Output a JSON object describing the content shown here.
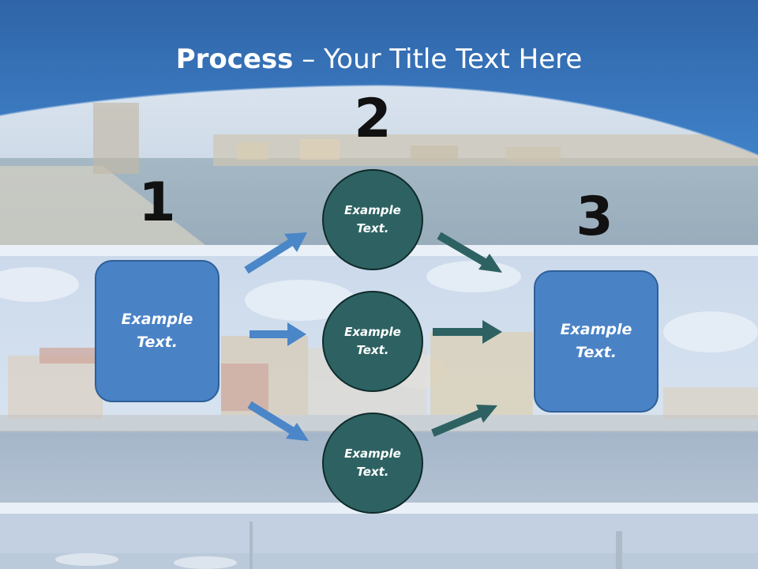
{
  "title": {
    "bold_part": "Process",
    "rest": " – Your Title Text Here"
  },
  "steps": {
    "one": "1",
    "two": "2",
    "three": "3"
  },
  "nodes": {
    "left_box": "Example Text.",
    "circle_top": "Example Text.",
    "circle_middle": "Example Text.",
    "circle_bottom": "Example Text.",
    "right_box": "Example Text."
  },
  "colors": {
    "header_blue": "#3a77bd",
    "box_blue": "#4a82c6",
    "circle_teal": "#2e6262",
    "arrow_blue": "#4a86c8",
    "arrow_teal": "#2e6262"
  }
}
